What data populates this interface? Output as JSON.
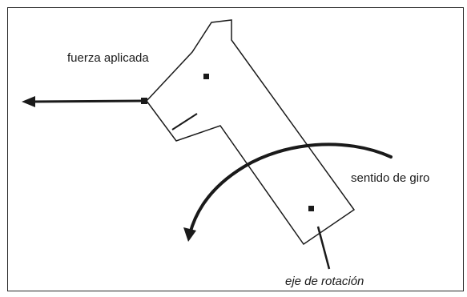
{
  "labels": {
    "applied_force": "fuerza aplicada",
    "rotation_direction": "sentido de giro",
    "rotation_axis": "eje de rotación"
  },
  "colors": {
    "ink": "#1a1a1a",
    "background": "#ffffff"
  }
}
